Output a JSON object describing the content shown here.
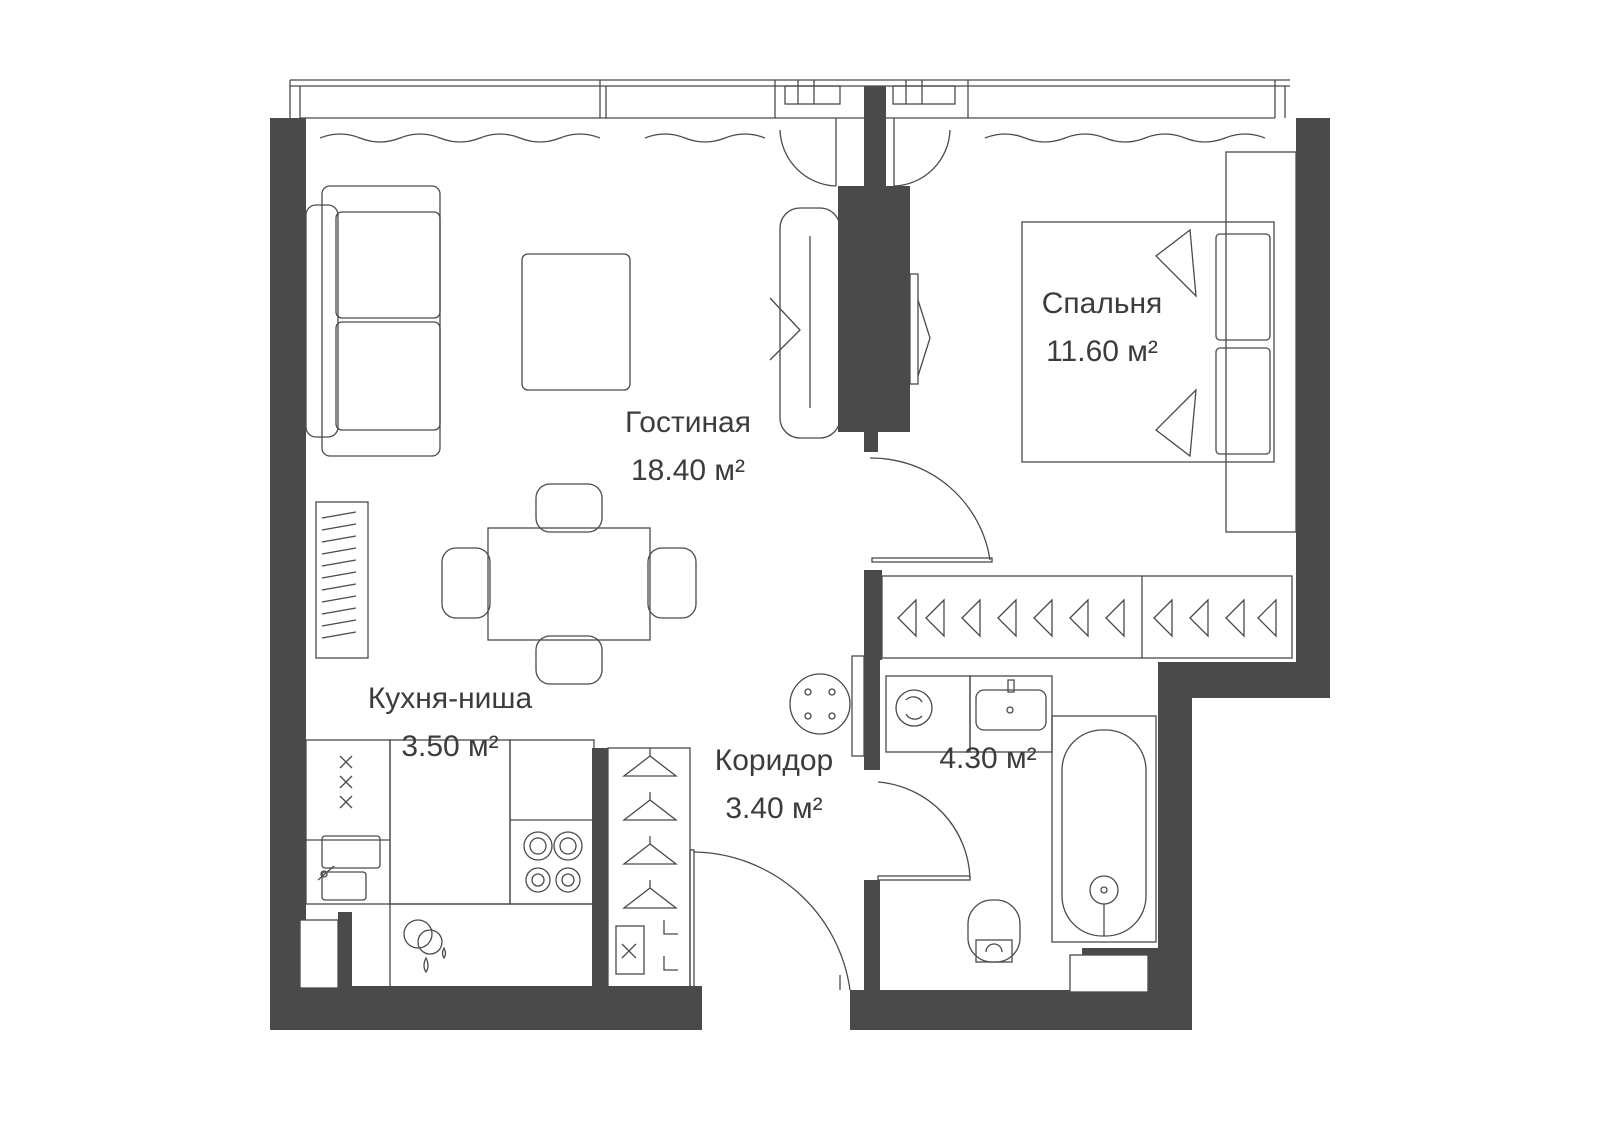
{
  "colors": {
    "wall": "#4a4a4a",
    "line": "#4a4a4a",
    "background": "#ffffff"
  },
  "rooms": {
    "living": {
      "name": "Гостиная",
      "area": "18.40 м²"
    },
    "bedroom": {
      "name": "Спальня",
      "area": "11.60 м²"
    },
    "kitchen": {
      "name": "Кухня-ниша",
      "area": "3.50 м²"
    },
    "corridor": {
      "name": "Коридор",
      "area": "3.40 м²"
    },
    "bathroom": {
      "area": "4.30 м²"
    }
  }
}
